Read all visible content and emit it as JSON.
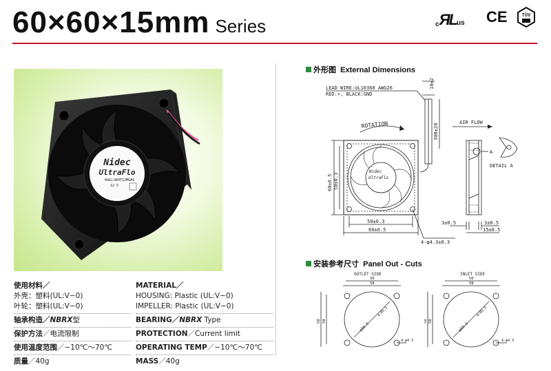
{
  "header": {
    "title": "60×60×15mm",
    "series": "Series",
    "cert_ul": "c",
    "cert_ul_us": "us",
    "cert_ce": "CE",
    "cert_tuv": "TÜV"
  },
  "photo": {
    "brand": "Nidec",
    "product": "UltraFlo",
    "model_label": "MODEL",
    "model": "U60T12MGA9",
    "voltage": "12 V"
  },
  "specs": {
    "material_jp": "使用材料／",
    "housing_jp": "外壳：塑料(UL:V−0)",
    "impeller_jp": "叶轮：塑料(UL:V−0)",
    "bearing_jp_label": "轴承构造／",
    "bearing_jp_value": "NBRX",
    "bearing_jp_suffix": "型",
    "protection_jp_label": "保护方法",
    "protection_jp_value": "／电流限制",
    "temp_jp_label": "使用温度范围",
    "temp_jp_value": "／−10℃〜70℃",
    "mass_jp_label": "质量",
    "mass_jp_value": "／40g",
    "material_en": "MATERIAL／",
    "housing_en": "HOUSING: Plastic (UL:V−0)",
    "impeller_en": "IMPELLER: Plastic (UL:V−0)",
    "bearing_en_label": "BEARING／",
    "bearing_en_value": "NBRX",
    "bearing_en_suffix": " Type",
    "protection_en_label": "PROTECTION",
    "protection_en_value": "／Current limit",
    "temp_en_label": "OPERATING TEMP",
    "temp_en_value": "／−10℃〜70℃",
    "mass_en_label": "MASS",
    "mass_en_value": "／40g"
  },
  "dimensions": {
    "heading_jp": "外形图",
    "heading_en": "External Dimensions",
    "lead_wire": "LEAD WIRE:UL10368 AWG26",
    "lead_colors": "RED:+, BLACK:GND",
    "dim_10": "10±2",
    "dim_300": "300±20",
    "rotation": "ROTATION",
    "air_flow": "AIR FLOW",
    "detail_a": "DETAIL A",
    "label_a": "A",
    "dim_60_v": "60±0.5",
    "dim_50_v": "50±0.3",
    "dim_50_h": "50±0.3",
    "dim_60_h": "60±0.5",
    "dim_holes": "4-φ4.3±0.3",
    "dim_3a": "3±0.5",
    "dim_3b": "3±0.5",
    "dim_15": "15±0.5"
  },
  "panel": {
    "heading_jp": "安装参考尺寸",
    "heading_en": "Panel Out - Cuts",
    "outlet": "OUTLET SIDE",
    "inlet": "INLET SIDE",
    "d50": "50",
    "d58": "58",
    "dia_outlet": "φ56.5",
    "dia_inlet": "φ58.5",
    "m4": "4-M3.5",
    "phi43": "4-φ4.3"
  }
}
